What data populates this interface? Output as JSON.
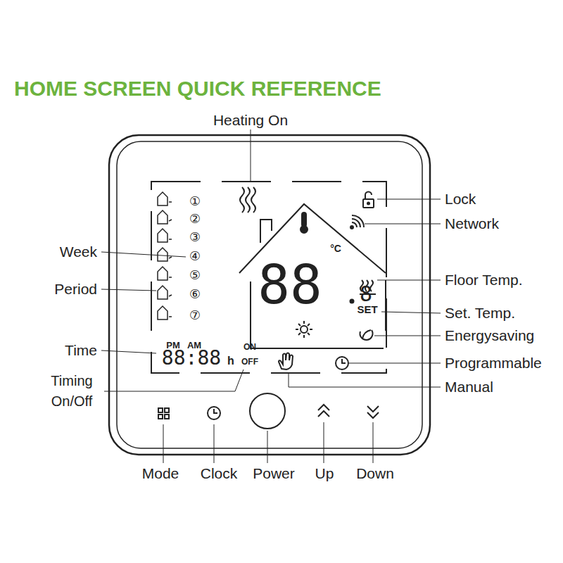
{
  "diagram": {
    "title": "HOME SCREEN QUICK REFERENCE",
    "labels": [
      "Heating On",
      "Lock",
      "Network",
      "Week",
      "Floor Temp.",
      "Period",
      "Set. Temp.",
      "Energysaving",
      "Time",
      "Programmable",
      "Timing On/Off",
      "Manual",
      "Mode",
      "Clock",
      "Power",
      "Up",
      "Down",
      "①",
      "②",
      "③",
      "④",
      "⑤",
      "⑥",
      "⑦",
      "PM",
      "AM",
      "88:88",
      "h",
      "ON",
      "OFF",
      "88",
      "8",
      "°C",
      "SET"
    ]
  }
}
